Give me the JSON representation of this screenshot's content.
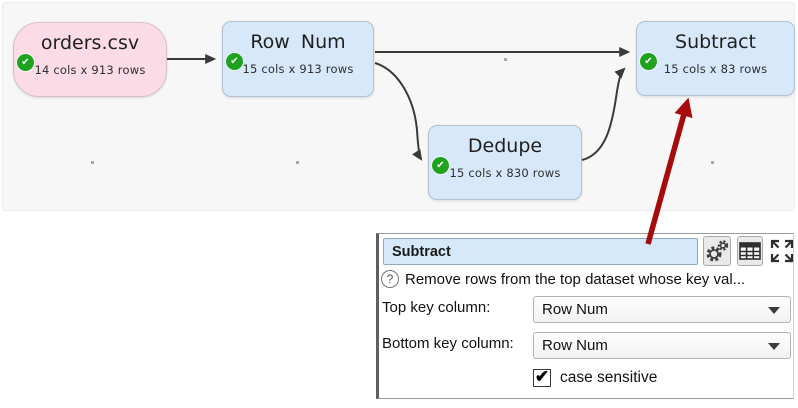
{
  "canvas": {
    "nodes": [
      {
        "title": "orders.csv",
        "subtitle": "14 cols x 913 rows",
        "type": "input",
        "status": "ok"
      },
      {
        "title": "Row Num",
        "subtitle": "15 cols x 913 rows",
        "type": "transform",
        "status": "ok"
      },
      {
        "title": "Dedupe",
        "subtitle": "15 cols x 830 rows",
        "type": "transform",
        "status": "ok"
      },
      {
        "title": "Subtract",
        "subtitle": "15 cols x 83 rows",
        "type": "transform",
        "status": "ok"
      }
    ],
    "connections": [
      {
        "from": "orders.csv",
        "to": "Row Num"
      },
      {
        "from": "Row Num",
        "to": "Subtract"
      },
      {
        "from": "Row Num",
        "to": "Dedupe"
      },
      {
        "from": "Dedupe",
        "to": "Subtract"
      }
    ],
    "annotation_arrow_points_to": "Subtract"
  },
  "panel": {
    "name_field": {
      "value": "Subtract"
    },
    "toolbar_icons": [
      "gear-icon",
      "table-icon",
      "expand-icon"
    ],
    "help_text": "Remove rows from the top dataset whose key val...",
    "fields": [
      {
        "label": "Top key column:",
        "value": "Row Num"
      },
      {
        "label": "Bottom key column:",
        "value": "Row Num"
      }
    ],
    "checkbox": {
      "label": "case sensitive",
      "checked": true
    }
  },
  "colors": {
    "canvas_bg": "#f7f7f7",
    "node_blue": "#d7e8fa",
    "node_pink": "#fbdce6",
    "node_border_blue": "#b3c1d1",
    "node_border_pink": "#d9bfc8",
    "status_green": "#1ea31e",
    "connector_gray": "#3a3a3a",
    "annotation_red": "#a60c0c",
    "name_field_bg": "#d6e9fb"
  }
}
